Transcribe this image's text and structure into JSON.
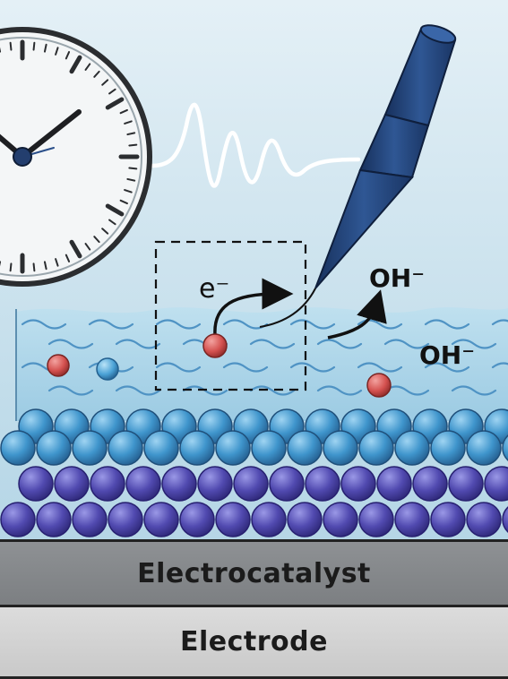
{
  "labels": {
    "electron": "e⁻",
    "hydroxide_top": "OH⁻",
    "hydroxide_right": "OH⁻",
    "catalyst_layer": "Electrocatalyst",
    "electrode_layer": "Electrode"
  },
  "colors": {
    "background_top": "#dcebf3",
    "background_bottom": "#a9cfe2",
    "electrolyte": "#aed4e8",
    "wave_line": "#4f93c4",
    "sphere_light_blue": "#4fa3d8",
    "sphere_purple": "#5a56b8",
    "ion_red": "#d65a58",
    "probe": "#213f73",
    "clock_face": "#f4f6f7",
    "clock_rim": "#2b2d30"
  },
  "icons": [
    "clock-icon",
    "probe-tip-icon",
    "signal-wave-icon",
    "arrow-icon"
  ]
}
